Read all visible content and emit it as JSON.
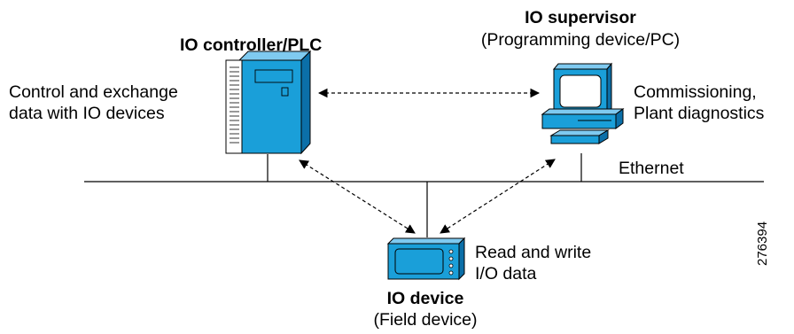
{
  "controller": {
    "title": "IO controller/PLC",
    "description_line1": "Control and exchange",
    "description_line2": "data with IO devices"
  },
  "supervisor": {
    "title": "IO supervisor",
    "subtitle": "(Programming device/PC)",
    "description_line1": "Commissioning,",
    "description_line2": "Plant diagnostics"
  },
  "device": {
    "title": "IO device",
    "subtitle": "(Field device)",
    "description_line1": "Read and write",
    "description_line2": "I/O data"
  },
  "network": {
    "label": "Ethernet"
  },
  "figure_id": "276394",
  "colors": {
    "device_blue": "#1a9fd9",
    "device_blue_dark": "#0b6fa8",
    "line": "#000000"
  }
}
